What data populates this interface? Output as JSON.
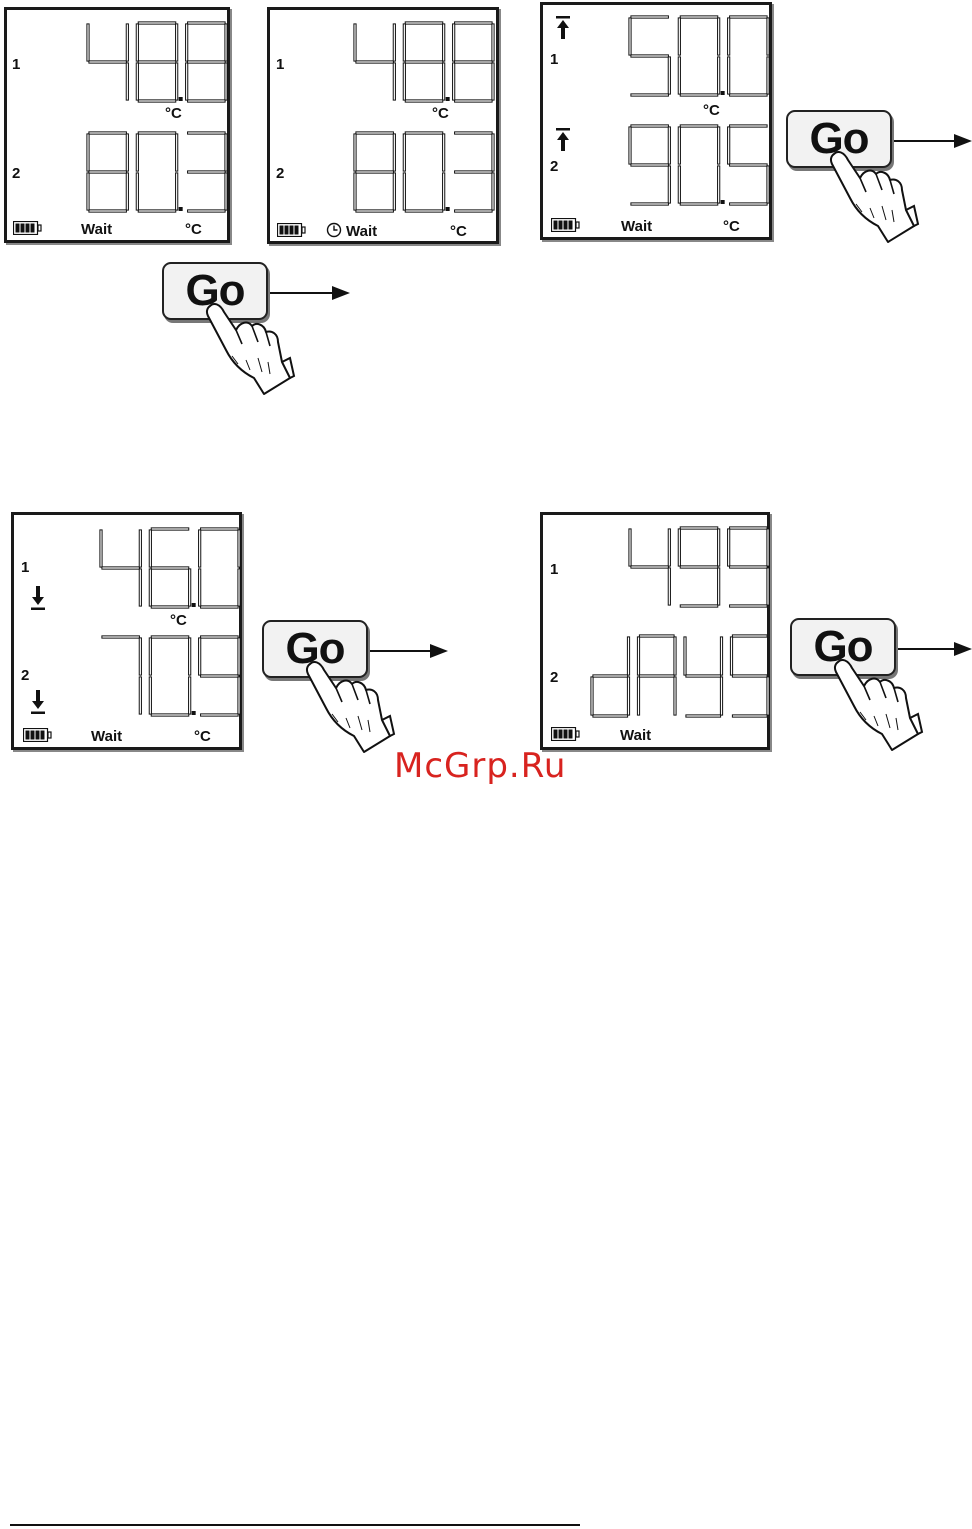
{
  "displays": [
    {
      "id": "display-1",
      "ch1": "1",
      "ch2": "2",
      "val1": "48.8",
      "val2": "80.3",
      "unit1": "°C",
      "unit2": "°C",
      "status": "Wait",
      "clock": false,
      "sym": ""
    },
    {
      "id": "display-2",
      "ch1": "1",
      "ch2": "2",
      "val1": "48.8",
      "val2": "80.3",
      "unit1": "°C",
      "unit2": "°C",
      "status": "Wait",
      "clock": true,
      "sym": ""
    },
    {
      "id": "display-3",
      "ch1": "1",
      "ch2": "2",
      "val1": "50.0",
      "val2": "90.5",
      "unit1": "°C",
      "unit2": "°C",
      "status": "Wait",
      "clock": false,
      "sym": "max-arrow-icon"
    },
    {
      "id": "display-4",
      "ch1": "1",
      "ch2": "2",
      "val1": "46.0",
      "val2": "70.9",
      "unit1": "°C",
      "unit2": "°C",
      "status": "Wait",
      "clock": false,
      "sym": "min-arrow-icon"
    },
    {
      "id": "display-5",
      "ch1": "1",
      "ch2": "2",
      "val1": "499",
      "val2": "dAYS",
      "unit1": "",
      "unit2": "",
      "status": "Wait",
      "clock": false,
      "sym": ""
    }
  ],
  "go_label": "Go",
  "watermark": "McGrp.Ru",
  "icons": {
    "battery": "battery-icon",
    "clock": "clock-icon",
    "hand": "pointing-hand-icon",
    "arrow": "right-arrow-icon"
  }
}
